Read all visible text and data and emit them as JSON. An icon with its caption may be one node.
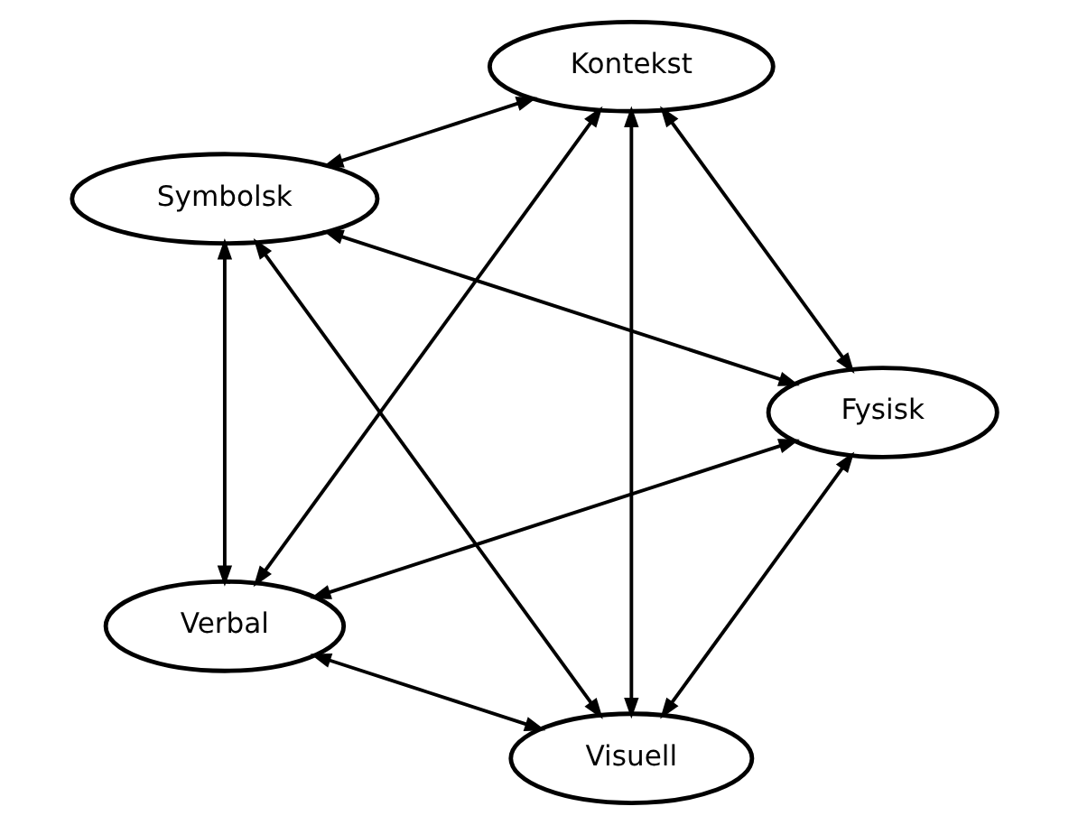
{
  "diagram": {
    "nodes": [
      {
        "text": [
          "Visuell"
        ]
      },
      {
        "text": [
          "Fysisk"
        ]
      },
      {
        "text": [
          "Symbolsk"
        ]
      },
      {
        "text": [
          "Kontekst"
        ]
      },
      {
        "text": [
          "Verbal"
        ]
      }
    ],
    "edges": [
      {
        "from": 0,
        "to": 1,
        "arrow": "both"
      },
      {
        "from": 0,
        "to": 2,
        "arrow": "both"
      },
      {
        "from": 1,
        "to": 2,
        "arrow": "both"
      },
      {
        "from": 0,
        "to": 3,
        "arrow": "both"
      },
      {
        "from": 0,
        "to": 4,
        "arrow": "both"
      },
      {
        "from": 1,
        "to": 4,
        "arrow": "both"
      },
      {
        "from": 2,
        "to": 3,
        "arrow": "both"
      },
      {
        "from": 1,
        "to": 3,
        "arrow": "both"
      },
      {
        "from": 2,
        "to": 4,
        "arrow": "both"
      },
      {
        "from": 3,
        "to": 4,
        "arrow": "both"
      }
    ]
  }
}
